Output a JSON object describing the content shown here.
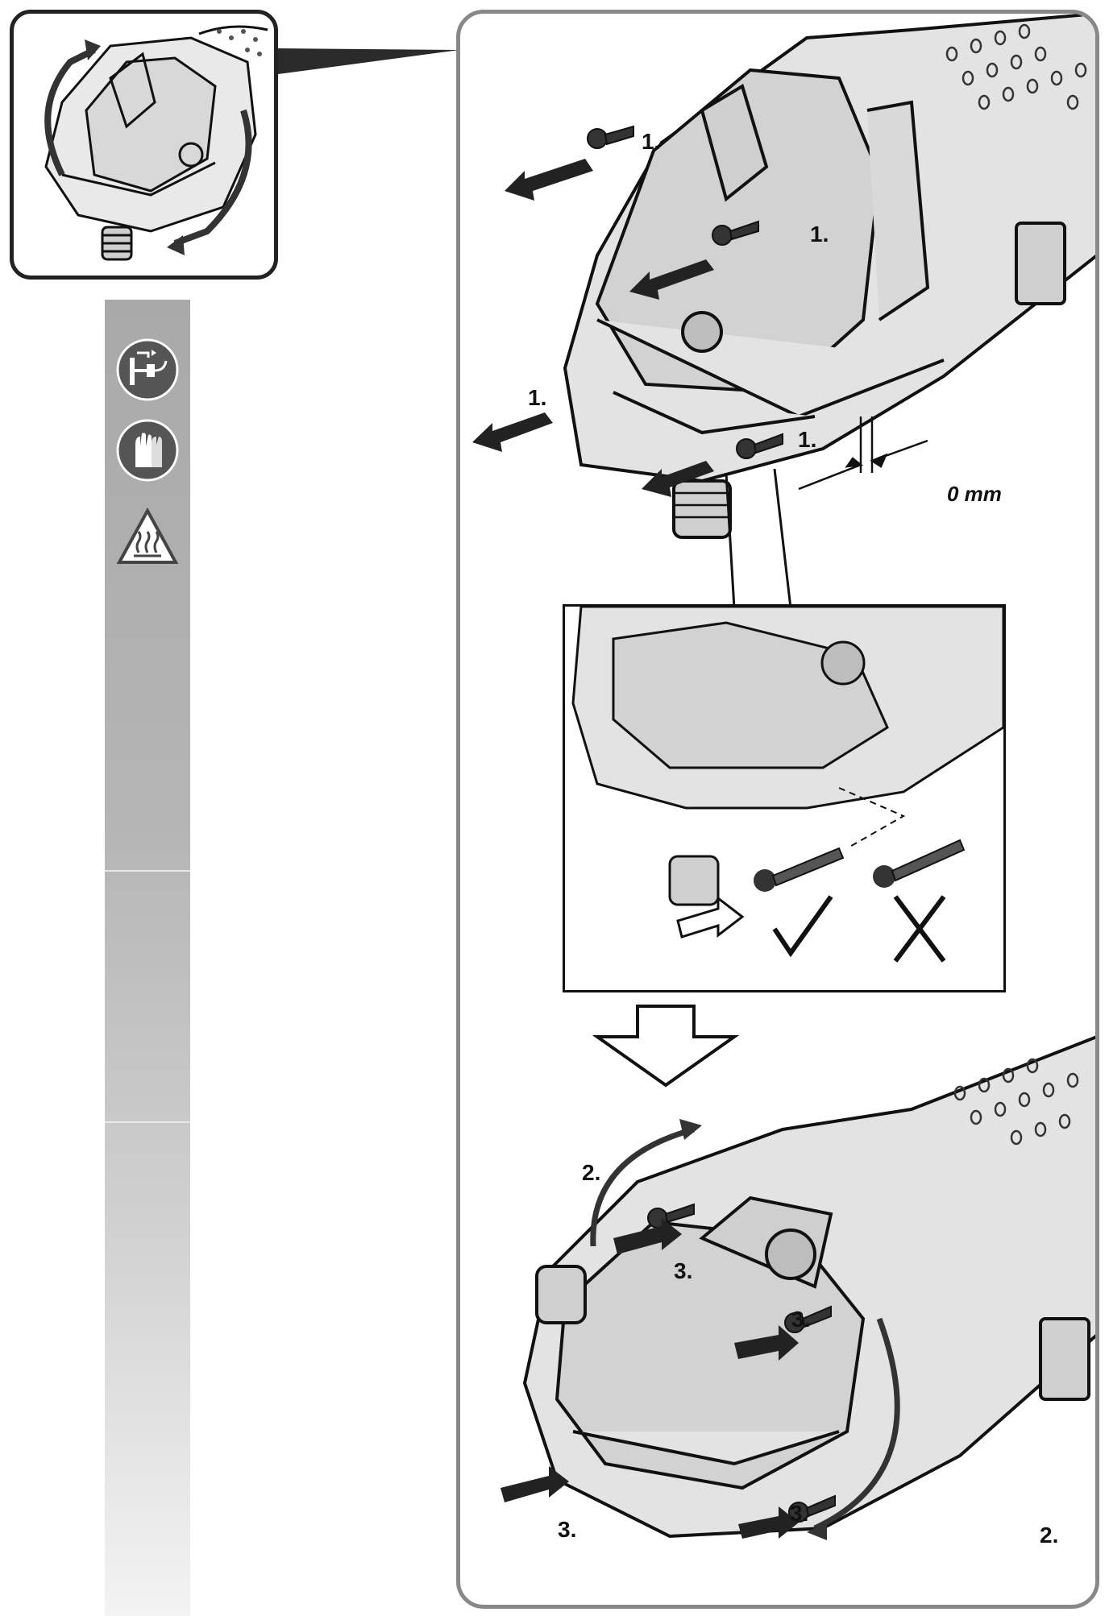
{
  "top_section": {
    "step1_labels": [
      "1.",
      "1.",
      "1.",
      "1."
    ],
    "gap_label": "0 mm"
  },
  "bottom_section": {
    "step2_labels": [
      "2.",
      "2."
    ],
    "step3_labels": [
      "3.",
      "3.",
      "3.",
      "3."
    ]
  },
  "sidebar": {
    "icons": [
      "unplug-icon",
      "gloves-icon",
      "hot-surface-warning-icon"
    ]
  },
  "colors": {
    "sidebar_gray": "#a9a9a9",
    "panel_border": "#888888",
    "ink": "#111111"
  }
}
